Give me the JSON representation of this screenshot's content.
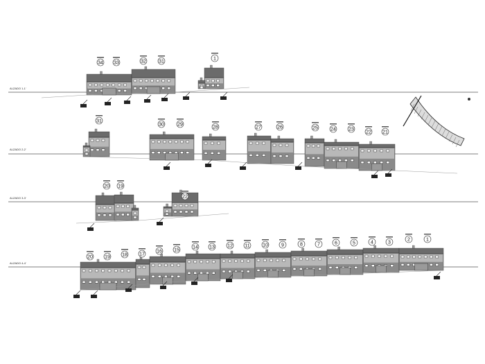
{
  "drawing": {
    "sections": [
      {
        "label": "ALZADO 1-1'",
        "units": [
          "34",
          "33",
          "32",
          "31",
          "1"
        ]
      },
      {
        "label": "ALZADO 2-2'",
        "units": [
          "31",
          "30",
          "29",
          "28",
          "27",
          "26",
          "25",
          "24",
          "23",
          "22",
          "21"
        ]
      },
      {
        "label": "ALZADO 3-3'",
        "units": [
          "20",
          "19",
          "22"
        ]
      },
      {
        "label": "ALZADO 4-4'",
        "units": [
          "20",
          "19",
          "18",
          "17",
          "16",
          "15",
          "14",
          "13",
          "12",
          "11",
          "10",
          "9",
          "8",
          "7",
          "6",
          "5",
          "4",
          "3",
          "2",
          "1"
        ]
      }
    ],
    "colors": {
      "roof": "#6b6b6b",
      "wall": "#8a8a8a",
      "upper": "#b8b8b8",
      "line": "#333333"
    }
  }
}
